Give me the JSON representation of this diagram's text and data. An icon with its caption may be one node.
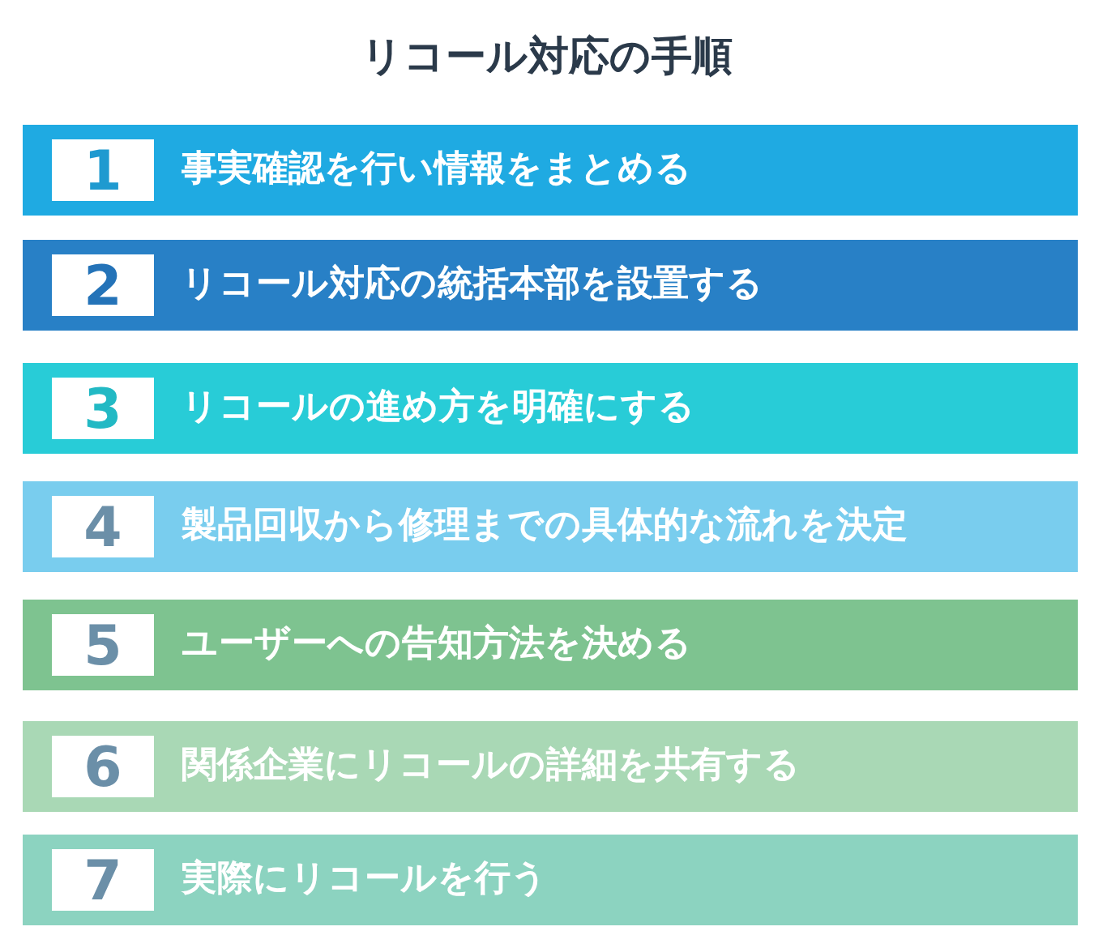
{
  "diagram": {
    "title": "リコール対応の手順",
    "nodes": [
      {
        "text": [
          "事実確認を行い情報をまとめる"
        ]
      },
      {
        "text": [
          "1"
        ],
        "in": 0
      },
      {
        "text": [
          "リコール対応の統括本部を設置する"
        ]
      },
      {
        "text": [
          "2"
        ],
        "in": 2
      },
      {
        "text": [
          "リコールの進め方を明確にする"
        ]
      },
      {
        "text": [
          "3"
        ],
        "in": 4
      },
      {
        "text": [
          "製品回収から修理までの具体的な流れを決定"
        ]
      },
      {
        "text": [
          "4"
        ],
        "in": 6
      },
      {
        "text": [
          "ユーザーへの告知方法を決める"
        ]
      },
      {
        "text": [
          "5"
        ],
        "in": 8
      },
      {
        "text": [
          "関係企業にリコールの詳細を共有する"
        ]
      },
      {
        "text": [
          "6"
        ],
        "in": 10
      },
      {
        "text": [
          "実際にリコールを行う"
        ]
      },
      {
        "text": [
          "7"
        ],
        "in": 12
      }
    ]
  }
}
